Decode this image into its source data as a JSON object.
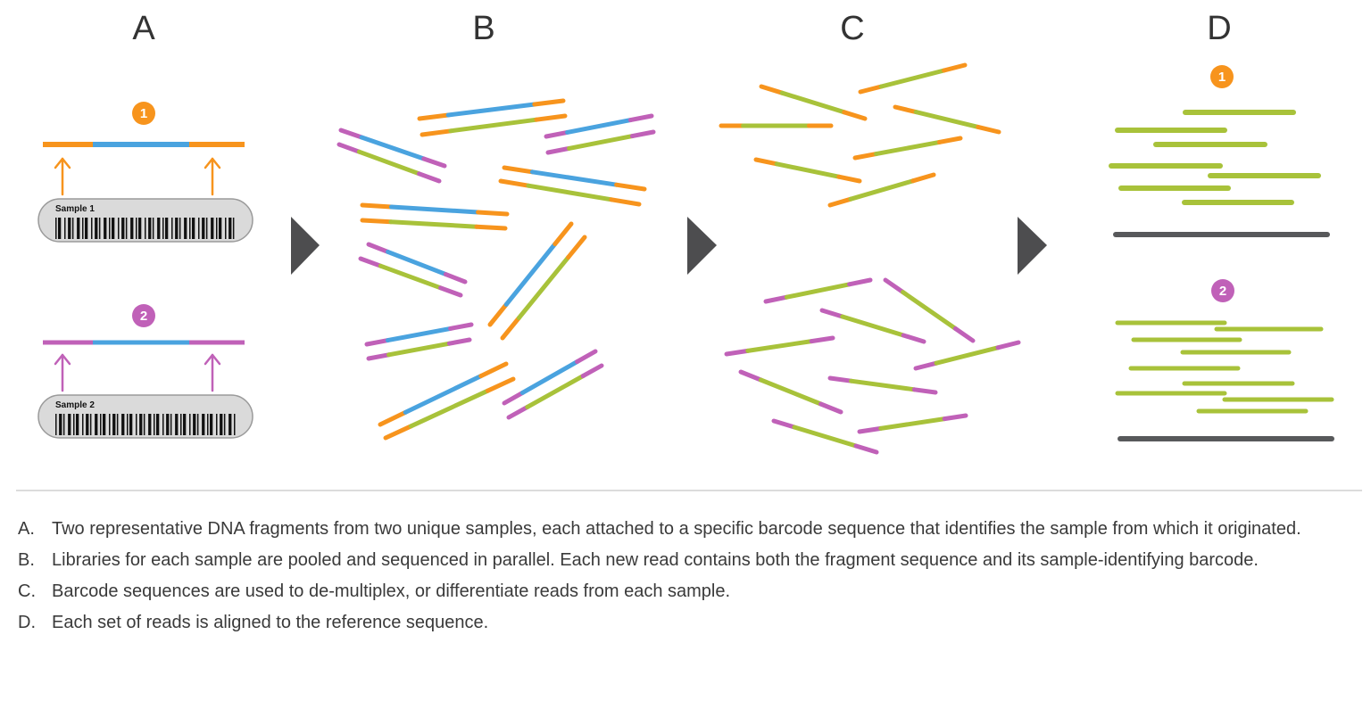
{
  "panels": [
    "A",
    "B",
    "C",
    "D"
  ],
  "samples": [
    {
      "number": "1",
      "barcode_label": "Sample 1"
    },
    {
      "number": "2",
      "barcode_label": "Sample 2"
    }
  ],
  "colors": {
    "sample1_barcode": "#f7941d",
    "sample2_barcode": "#c061b8",
    "fragment_sample_part": "#4aa3df",
    "read": "#a8c23a",
    "reference": "#58595b",
    "arrowhead": "#4d4d4f",
    "divider": "#dcdcdc"
  },
  "captions": [
    {
      "letter": "A.",
      "text": "Two representative DNA fragments from two unique samples, each attached to a specific barcode sequence that identifies the sample from which it originated."
    },
    {
      "letter": "B.",
      "text": "Libraries for each sample are pooled and sequenced in parallel. Each new read contains both the fragment sequence and its sample-identifying barcode."
    },
    {
      "letter": "C.",
      "text": "Barcode sequences are used to de-multiplex, or differentiate reads from each sample."
    },
    {
      "letter": "D.",
      "text": "Each set of reads is aligned to the reference sequence."
    }
  ]
}
